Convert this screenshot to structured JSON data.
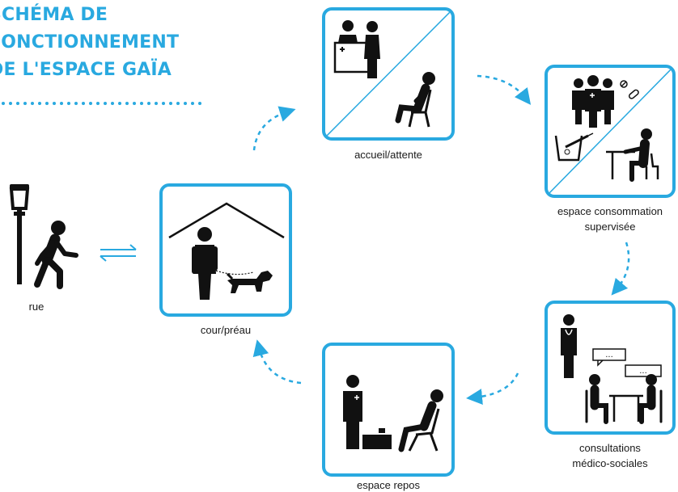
{
  "title": {
    "line1": "SCHÉMA DE",
    "line2": "FONCTIONNEMENT",
    "line3": "DE L'ESPACE GAÏA"
  },
  "nodes": {
    "rue": "rue",
    "cour": "cour/préau",
    "accueil": "accueil/attente",
    "conso_line1": "espace consommation",
    "conso_line2": "supervisée",
    "consult_line1": "consultations",
    "consult_line2": "médico-sociales",
    "repos": "espace repos"
  },
  "colors": {
    "accent": "#29a9e0",
    "pictogram": "#111111"
  }
}
